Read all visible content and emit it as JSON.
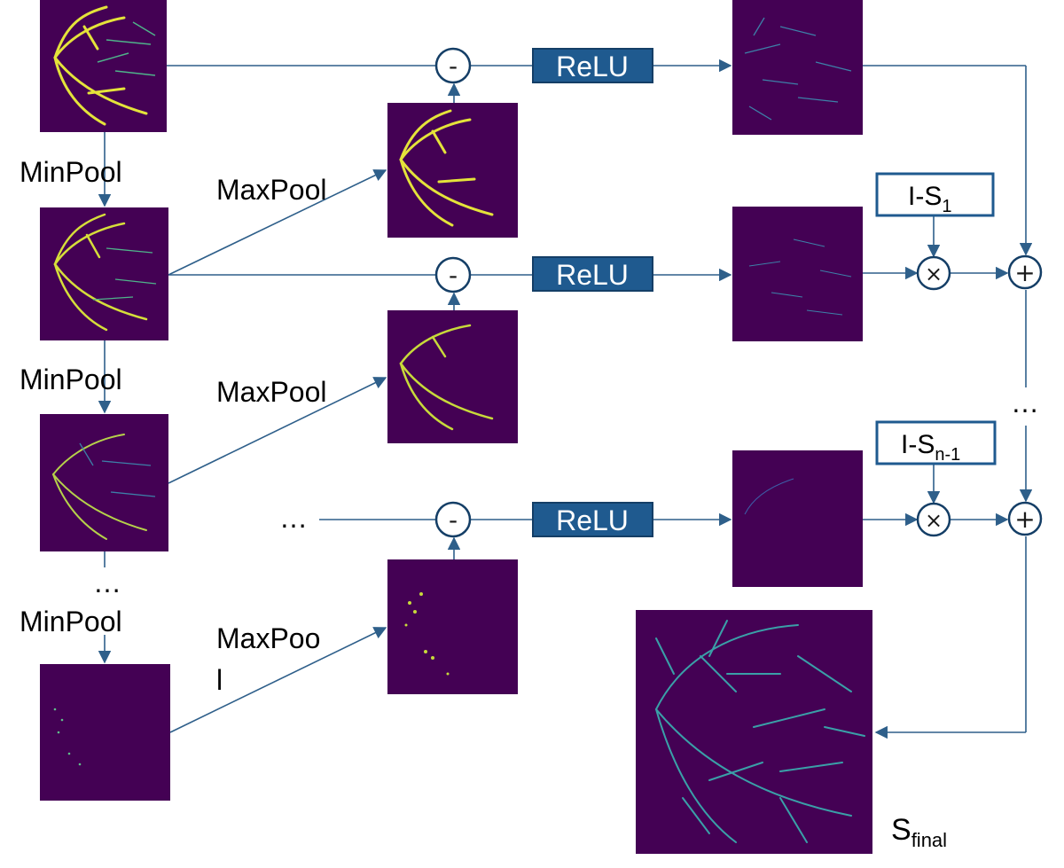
{
  "labels": {
    "minpool": [
      "MinPool",
      "MinPool",
      "MinPool"
    ],
    "maxpool_1": "MaxPool",
    "maxpool_2": "MaxPool",
    "maxpool_3_line1": "MaxPoo",
    "maxpool_3_line2": "l",
    "relu": [
      "ReLU",
      "ReLU",
      "ReLU"
    ],
    "minus": [
      "-",
      "-",
      "-"
    ],
    "times": [
      "×",
      "×"
    ],
    "plus": [
      "+",
      "+"
    ],
    "ellipsis_left": "…",
    "ellipsis_mid": "…",
    "ellipsis_right": "…",
    "box_1_main": "I-S",
    "box_1_sub": "1",
    "box_2_main": "I-S",
    "box_2_sub": "n-1",
    "final_main": "S",
    "final_sub": "final"
  },
  "colors": {
    "image_bg": "#440154",
    "vessel_bright": "#e4e33a",
    "vessel_mid": "#4fb38a",
    "vessel_blue": "#3d80a8",
    "vessel_teal": "#3aa0a8",
    "arrow": "#2e5f8a",
    "relu_fill": "#1f5a8f",
    "relu_stroke": "#143e66",
    "box_stroke": "#1f5a8f"
  }
}
